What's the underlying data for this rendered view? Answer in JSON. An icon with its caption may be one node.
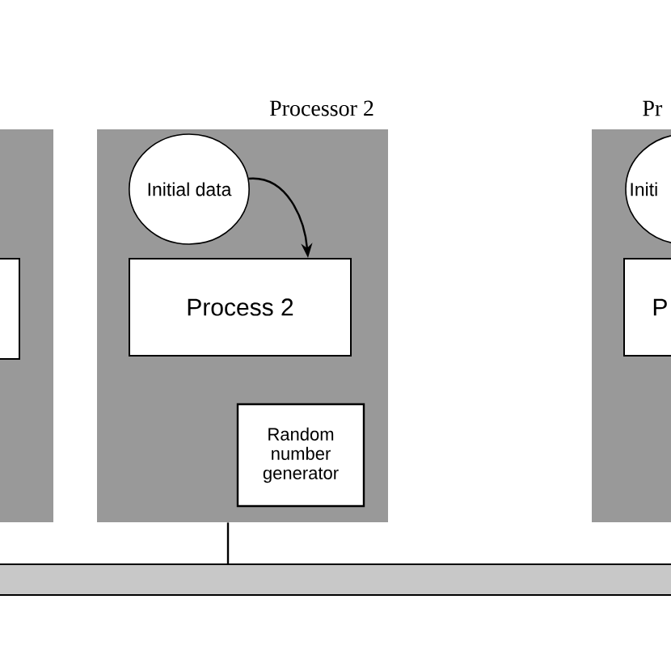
{
  "diagram": {
    "nodes": [
      {
        "text": [],
        "shape": "box"
      },
      {
        "text": [],
        "shape": "box",
        "in": 0
      },
      {
        "text": [
          "Processor 2"
        ]
      },
      {
        "text": [
          "Initial data"
        ],
        "in": 2
      },
      {
        "text": [
          "Process 2"
        ],
        "in": 2
      },
      {
        "text": [
          "Random number generator"
        ],
        "in": 2
      },
      {
        "text": [
          "Pr"
        ]
      },
      {
        "text": [
          "Initi"
        ],
        "in": 6
      },
      {
        "text": [
          "P"
        ],
        "in": 6
      },
      {
        "text": [],
        "shape": "bar"
      }
    ],
    "edges": [
      {
        "from": 3,
        "to": 4,
        "arrow": "to"
      },
      {
        "from": 2,
        "to": 9,
        "arrow": "none"
      }
    ]
  }
}
